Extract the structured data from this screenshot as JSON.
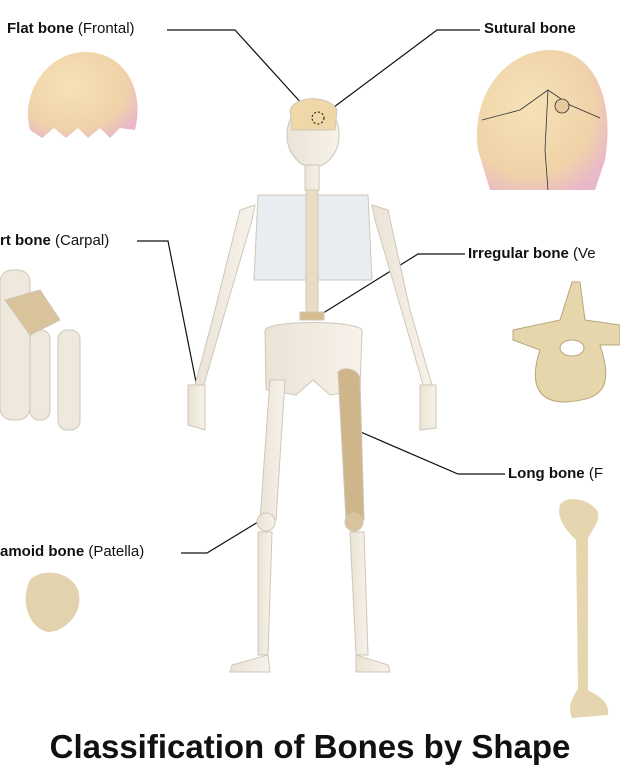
{
  "title": "Classification of Bones by Shape",
  "labels": {
    "flat": {
      "name": "Flat bone",
      "example": "(Frontal)"
    },
    "sutural": {
      "name": "Sutural bone",
      "example": ""
    },
    "short": {
      "name": "rt bone",
      "example": "(Carpal)"
    },
    "irregular": {
      "name": "Irregular bone",
      "example": "(Ve"
    },
    "long": {
      "name": "Long bone",
      "example": "(F"
    },
    "sesamoid": {
      "name": "amoid bone",
      "example": "(Patella)"
    }
  },
  "colors": {
    "bone": "#efe6d6",
    "highlight": "#d8c39a",
    "cartilage": "#cfe0ef"
  }
}
